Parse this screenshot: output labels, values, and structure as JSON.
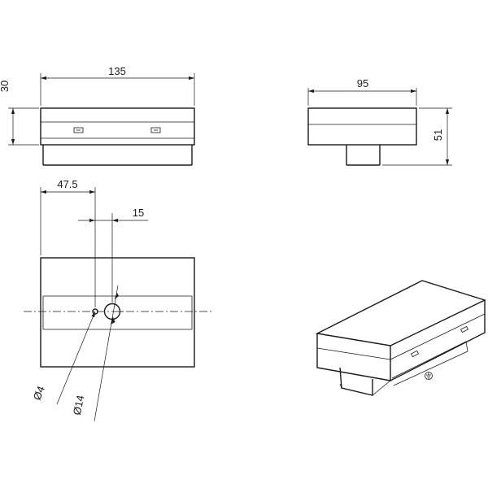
{
  "dimensions": {
    "front_width": "135",
    "front_height": "30",
    "side_width": "95",
    "side_height": "51",
    "hole_offset": "47.5",
    "hole_spacing": "15",
    "small_hole_diameter": "Ø4",
    "large_hole_diameter": "Ø14"
  },
  "icons": {
    "ground": "ground-symbol-icon"
  }
}
